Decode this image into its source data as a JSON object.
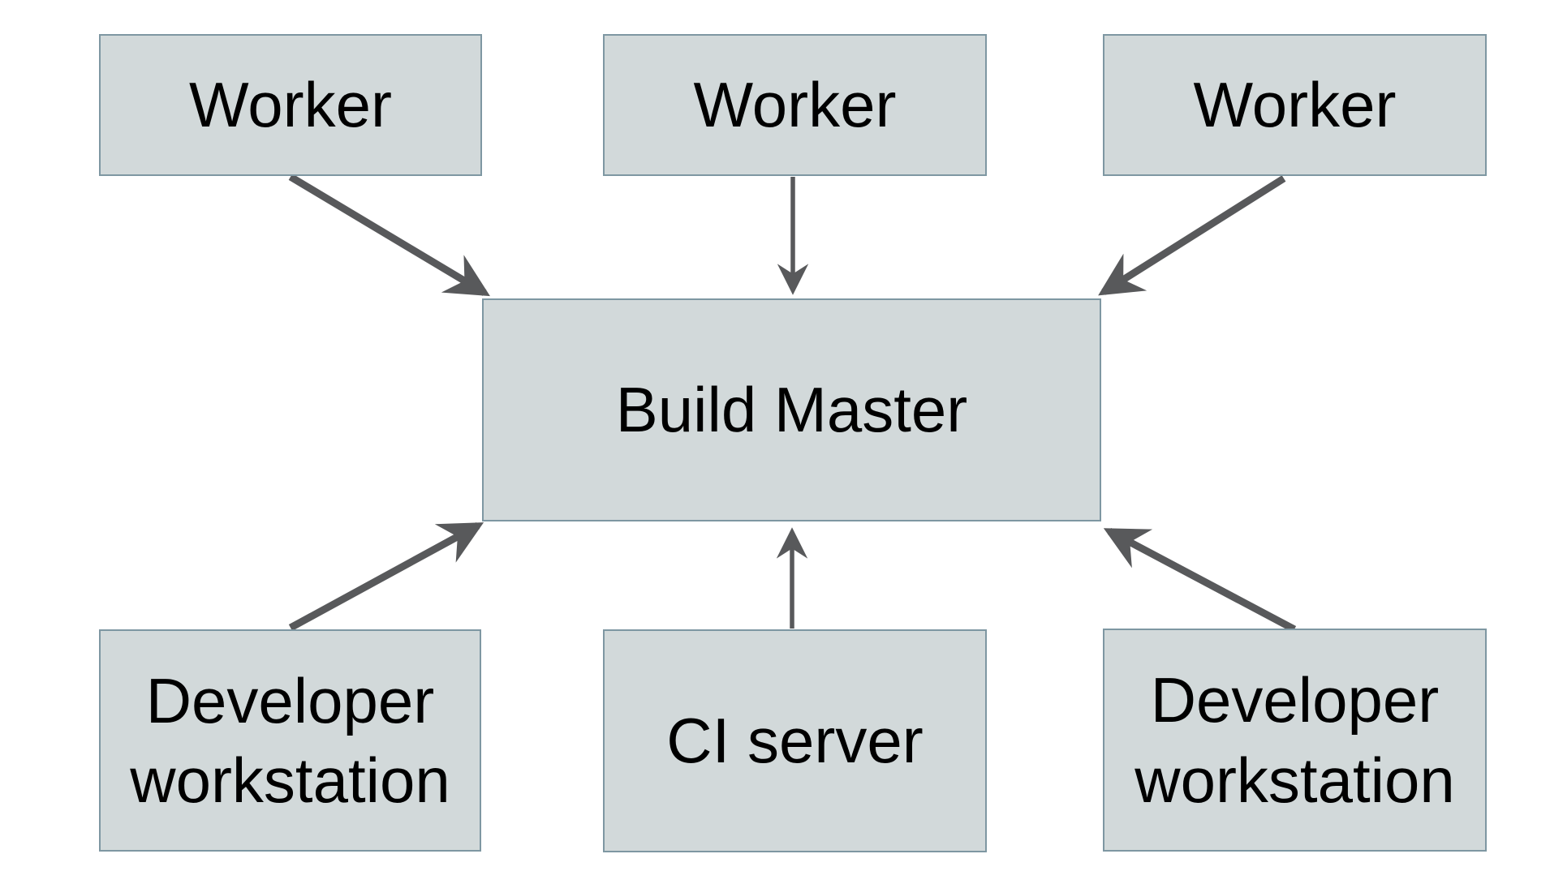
{
  "diagram": {
    "nodes": {
      "worker_1": {
        "label": "Worker"
      },
      "worker_2": {
        "label": "Worker"
      },
      "worker_3": {
        "label": "Worker"
      },
      "build_master": {
        "label": "Build Master"
      },
      "dev_left": {
        "label": "Developer workstation"
      },
      "ci_server": {
        "label": "CI server"
      },
      "dev_right": {
        "label": "Developer workstation"
      }
    },
    "edges": [
      {
        "from": "worker_1",
        "to": "build_master"
      },
      {
        "from": "worker_2",
        "to": "build_master"
      },
      {
        "from": "wor_3",
        "to": "build_master"
      },
      {
        "from": "dev_left",
        "to": "build_master"
      },
      {
        "from": "ci_server",
        "to": "build_master"
      },
      {
        "from": "dev_right",
        "to": "build_master"
      }
    ],
    "colors": {
      "background": "#ffffff",
      "node_fill": "#d2d9da",
      "node_border": "#7e97a2",
      "arrow": "#58595b",
      "text": "#000000"
    }
  }
}
